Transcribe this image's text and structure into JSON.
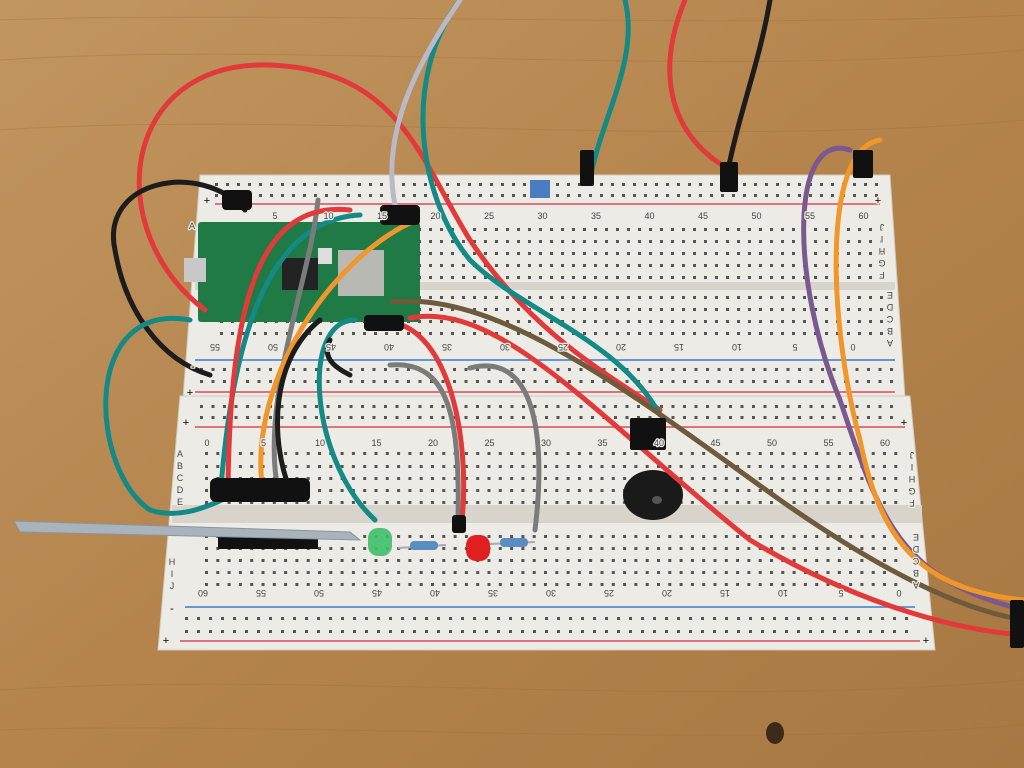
{
  "scene": {
    "top_board": {
      "numbers_top": [
        "5",
        "10",
        "15",
        "20",
        "25",
        "30",
        "35",
        "40",
        "45",
        "50",
        "55",
        "60"
      ],
      "numbers_bottom": [
        "55",
        "50",
        "45",
        "40",
        "35",
        "30",
        "25",
        "20",
        "15",
        "10",
        "5",
        "0"
      ],
      "rows_left": [
        "A"
      ],
      "rows_right_upper": [
        "J",
        "I",
        "H",
        "G",
        "F"
      ],
      "rows_right_lower": [
        "E",
        "D",
        "C",
        "B",
        "A"
      ],
      "rail_plus": "+",
      "rail_minus": "-"
    },
    "bottom_board": {
      "numbers_top": [
        "0",
        "5",
        "10",
        "15",
        "20",
        "25",
        "30",
        "35",
        "40",
        "45",
        "50",
        "55",
        "60"
      ],
      "numbers_bottom": [
        "60",
        "55",
        "50",
        "45",
        "40",
        "35",
        "30",
        "25",
        "20",
        "15",
        "10",
        "5",
        "0"
      ],
      "rows_left_upper": [
        "A",
        "B",
        "C",
        "D",
        "E"
      ],
      "rows_left_lower": [
        "H",
        "I",
        "J"
      ],
      "rows_right_upper": [
        "J",
        "I",
        "H",
        "G",
        "F"
      ],
      "rows_right_lower": [
        "E",
        "D",
        "C",
        "B",
        "A"
      ],
      "rail_plus": "+",
      "rail_minus": "-"
    },
    "colors": {
      "wood": "#b88a52",
      "board": "#ecebe6",
      "pcb": "#1f7a45",
      "red_wire": "#e23a3a",
      "teal_wire": "#138a86",
      "orange_wire": "#f0962a",
      "purple_wire": "#7a5a8e",
      "gray_wire": "#7b7b7b",
      "brown_wire": "#6e5a3c",
      "black_wire": "#1c1c1c"
    }
  }
}
